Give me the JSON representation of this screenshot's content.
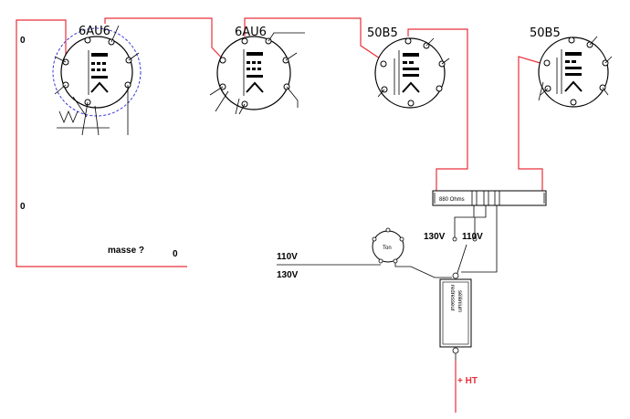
{
  "tubes": [
    {
      "label": "6AU6"
    },
    {
      "label": "6AU6"
    },
    {
      "label": "50B5"
    },
    {
      "label": "50B5"
    }
  ],
  "labels": {
    "zero_top": "0",
    "zero_mid": "0",
    "zero_bottom": "0",
    "masse": "masse ?",
    "v110_left": "110V",
    "v130_left": "130V",
    "switch_130": "130V",
    "switch_110": "110V",
    "resistor": "880 Ohms",
    "pilot_lamp": "Ton",
    "rectifier_line1": "redresseur",
    "rectifier_line2": "sélénium",
    "ht": "+ HT"
  },
  "colors": {
    "wire_red": "#e8303a",
    "wire_black": "#000000",
    "dash_blue": "#3a3ad8"
  }
}
